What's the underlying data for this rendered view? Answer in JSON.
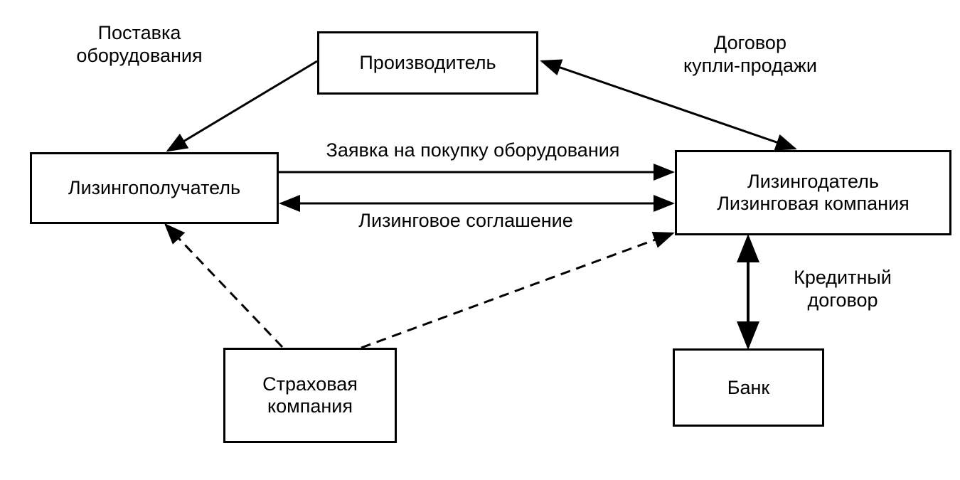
{
  "nodes": {
    "producer": "Производитель",
    "lessee": "Лизингополучатель",
    "lessor_line1": "Лизингодатель",
    "lessor_line2": "Лизинговая компания",
    "insurer_line1": "Страховая",
    "insurer_line2": "компания",
    "bank": "Банк"
  },
  "edges": {
    "supply_line1": "Поставка",
    "supply_line2": "оборудования",
    "contract_line1": "Договор",
    "contract_line2": "купли-продажи",
    "request": "Заявка на покупку оборудования",
    "lease_agreement": "Лизинговое соглашение",
    "credit_line1": "Кредитный",
    "credit_line2": "договор"
  }
}
